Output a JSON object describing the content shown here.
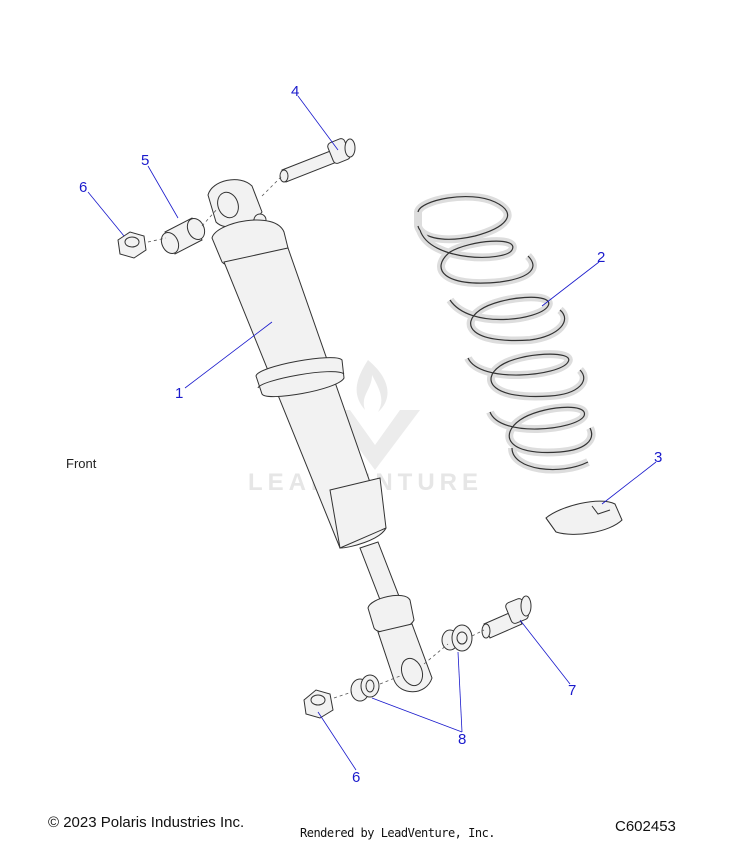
{
  "watermark": "LEADVENTURE",
  "front_label": "Front",
  "footer": {
    "copyright": "© 2023 Polaris Industries Inc.",
    "rendered_by": "Rendered by LeadVenture, Inc.",
    "drawing_code": "C602453"
  },
  "callouts": {
    "c1": "1",
    "c2": "2",
    "c3": "3",
    "c4": "4",
    "c5": "5",
    "c6a": "6",
    "c6b": "6",
    "c7": "7",
    "c8": "8"
  },
  "colors": {
    "callout": "#1a1acc",
    "line": "#333333",
    "part_fill": "#f2f2f2",
    "watermark": "#e6e6e6"
  }
}
